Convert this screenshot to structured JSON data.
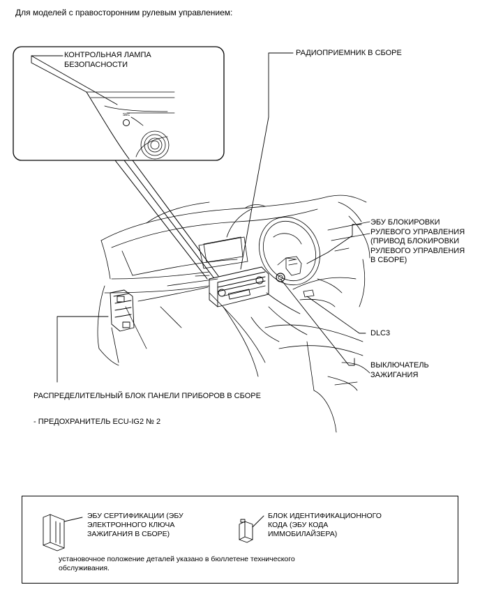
{
  "heading": "Для моделей с правосторонним рулевым управлением:",
  "callouts": {
    "security_lamp": [
      "КОНТРОЛЬНАЯ ЛАМПА",
      "БЕЗОПАСНОСТИ"
    ],
    "radio": "РАДИОПРИЕМНИК В СБОРЕ",
    "steering_lock": [
      "ЭБУ БЛОКИРОВКИ",
      "РУЛЕВОГО УПРАВЛЕНИЯ",
      "(ПРИВОД БЛОКИРОВКИ",
      "РУЛЕВОГО УПРАВЛЕНИЯ",
      "В СБОРЕ)"
    ],
    "dlc3": "DLC3",
    "ignition_switch": [
      "ВЫКЛЮЧАТЕЛЬ",
      "ЗАЖИГАНИЯ"
    ],
    "junction_block": "РАСПРЕДЕЛИТЕЛЬНЫЙ БЛОК ПАНЕЛИ ПРИБОРОВ В СБОРЕ",
    "fuse": "- ПРЕДОХРАНИТЕЛЬ ECU-IG2 № 2"
  },
  "legend": {
    "certification_ecu": [
      "ЭБУ СЕРТИФИКАЦИИ (ЭБУ",
      "ЭЛЕКТРОННОГО КЛЮЧА",
      "ЗАЖИГАНИЯ В СБОРЕ)"
    ],
    "id_code_box": [
      "БЛОК ИДЕНТИФИКАЦИОННОГО",
      "КОДА (ЭБУ КОДА",
      "ИММОБИЛАЙЗЕРА)"
    ],
    "note": [
      "установочное положение деталей указано в бюллетене технического",
      "обслуживания."
    ]
  }
}
